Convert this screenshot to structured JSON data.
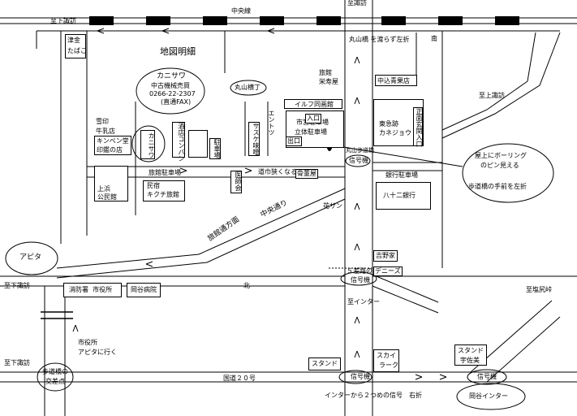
{
  "title": "地図明細",
  "colors": {
    "ink": "#000000",
    "paper": "#ffffff"
  },
  "roads": {
    "top": "中央線",
    "top_left_dest": "至下諏訪",
    "top_right_dest": "至諏訪",
    "maruyama_bridge_note": "丸山橋 を渡らず左折",
    "south": "南",
    "kamisuwa": "至上諏訪",
    "left_mid_dest": "至下諏訪",
    "left_bottom_dest": "至下諏訪",
    "right_bottom_dest": "至塩尻峠",
    "route20": "国道２０号",
    "route20_note": "インターから２つめの信号　右折",
    "to_interchange": "至インター",
    "gohen": "５差路の",
    "north": "北",
    "central_street": "中央通り",
    "hotel_street": "旅館通方面",
    "narrow_road": "道巾狭くなる"
  },
  "places": {
    "tsugane": [
      "津金",
      "たばこ"
    ],
    "kanisawa": {
      "name": "カニサワ",
      "desc": "中古機械売買",
      "tel": "0266-22-2307",
      "fax": "(直通FAX)"
    },
    "kanisawa_small": "カニサワ",
    "yukijirushi": [
      "雪印",
      "牛乳店"
    ],
    "kinben": [
      "キンベン堂",
      "印鑑の店"
    ],
    "sake": "酒店コンバン",
    "parking_small": "駐車場",
    "maruyama_street": "丸山横丁",
    "entotsu": "エントツ",
    "sasuke": "サスケ味噌",
    "ryokan": [
      "旅館",
      "栄寿屋"
    ],
    "nakakomi": "中込青果店",
    "irufu": "イルフ同画館",
    "iriguchi1": "入口",
    "deguchi": "出口",
    "iriguchi2": "入口",
    "city_parking": [
      "市営駐車場",
      "立体駐車場"
    ],
    "tokyu": [
      "東急跡",
      "カネジョウ"
    ],
    "shomen": "正面玄関入口",
    "maruyama_hodo": "丸山歩道橋",
    "signal": "信号機",
    "bank_parking": "銀行駐車場",
    "hachijuni": "八十二銀行",
    "kamihama": [
      "上浜",
      "公民館"
    ],
    "ryokan_parking": "旅館駐車場",
    "iryokai": "医師会",
    "kottoya": "骨董屋",
    "minshuku": [
      "民宿",
      "キクチ旅館"
    ],
    "hanasan": "花サン",
    "apita": "アピタ",
    "yoshinoya": "吉野家",
    "dennys": "デニーズ",
    "fire": "消防署",
    "city_hall": "市役所",
    "okaya_hospital": "岡谷病院",
    "city_hall_note": [
      "市役所",
      "アピタに行く"
    ],
    "hodokyo_cross": [
      "歩道橋の",
      "交差点"
    ],
    "stand1": "スタンド",
    "skylark": [
      "スカイ",
      "ラーク"
    ],
    "stand2": [
      "スタンド",
      "宇佐美"
    ],
    "okaya_ic": "岡谷インター"
  },
  "callout": {
    "line1": "屋上にボーリング",
    "line2": "のピン見える",
    "line3": "歩道橋の手前を左折"
  }
}
